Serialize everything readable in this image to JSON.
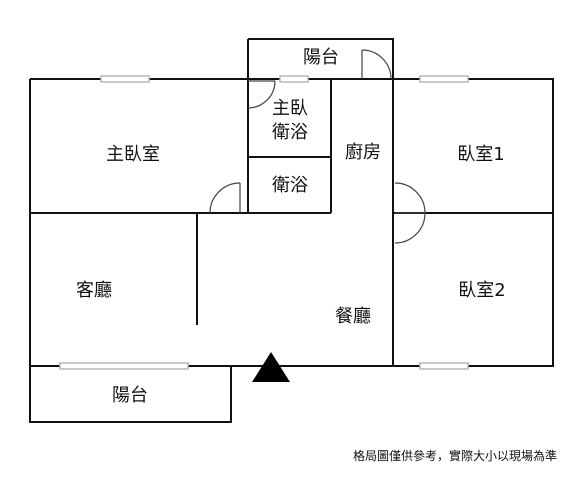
{
  "rooms": {
    "balcony_top": "陽台",
    "master_bath_line1": "主臥",
    "master_bath_line2": "衛浴",
    "master_bedroom": "主臥室",
    "kitchen": "廚房",
    "bedroom1": "臥室1",
    "bathroom": "衛浴",
    "bedroom2": "臥室2",
    "living_room": "客廳",
    "dining_room": "餐廳",
    "balcony_bottom": "陽台"
  },
  "footnote": "格局圖僅供參考，實際大小以現場為準",
  "colors": {
    "wall": "#111111",
    "window": "#b8b8b8",
    "entrance_marker": "#000000"
  },
  "icons": {
    "entrance": "entrance-triangle-icon",
    "door": "door-swing-icon"
  }
}
